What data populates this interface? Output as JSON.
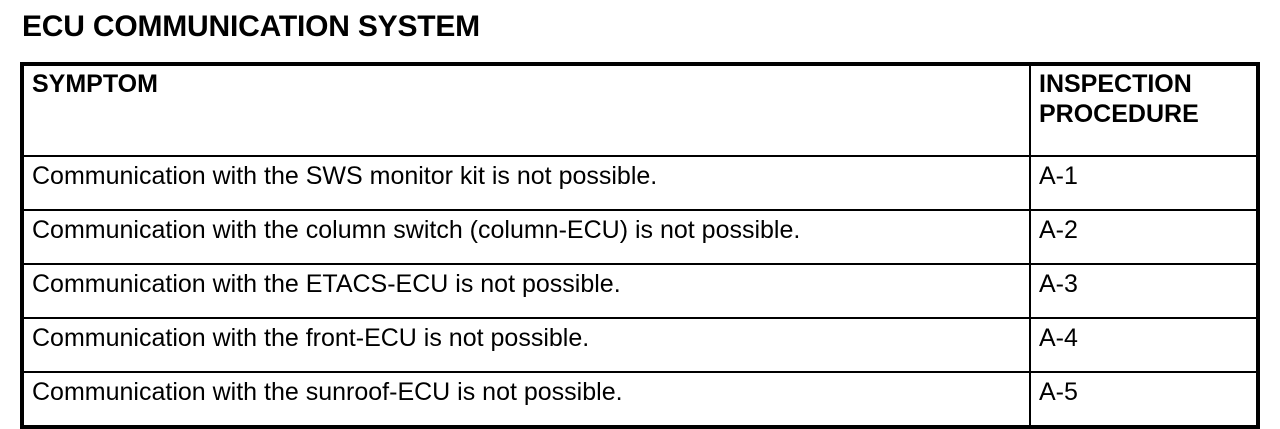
{
  "document": {
    "title": "ECU COMMUNICATION SYSTEM"
  },
  "table": {
    "headers": {
      "symptom": "SYMPTOM",
      "procedure_line1": "INSPECTION",
      "procedure_line2": "PROCEDURE"
    },
    "rows": [
      {
        "symptom": "Communication with the SWS monitor kit is not possible.",
        "procedure": "A-1"
      },
      {
        "symptom": "Communication with the column switch (column-ECU) is not possible.",
        "procedure": "A-2"
      },
      {
        "symptom": "Communication with the ETACS-ECU is not possible.",
        "procedure": "A-3"
      },
      {
        "symptom": "Communication with the front-ECU is not possible.",
        "procedure": "A-4"
      },
      {
        "symptom": "Communication with the sunroof-ECU is not possible.",
        "procedure": "A-5"
      }
    ]
  },
  "colors": {
    "background": "#ffffff",
    "text": "#000000",
    "border": "#000000"
  }
}
